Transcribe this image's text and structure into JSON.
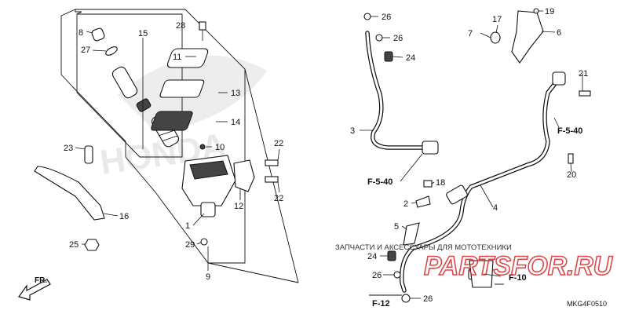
{
  "diagram": {
    "part_callouts": {
      "c1": "1",
      "c2": "2",
      "c3": "3",
      "c4": "4",
      "c5": "5",
      "c6": "6",
      "c7": "7",
      "c8": "8",
      "c9": "9",
      "c10": "10",
      "c11": "11",
      "c12": "12",
      "c13": "13",
      "c14": "14",
      "c15": "15",
      "c16": "16",
      "c17": "17",
      "c18": "18",
      "c19": "19",
      "c20": "20",
      "c21": "21",
      "c22a": "22",
      "c22b": "22",
      "c23": "23",
      "c24a": "24",
      "c24b": "24",
      "c25": "25",
      "c26a": "26",
      "c26b": "26",
      "c26c": "26",
      "c26d": "26",
      "c27": "27",
      "c28": "28",
      "c29": "29"
    },
    "references": {
      "f540_upper": "F-5-40",
      "f540_lower": "F-5-40",
      "f10": "F-10",
      "f12": "F-12"
    },
    "direction": "FR.",
    "diagram_code": "MKG4F0510",
    "watermark": {
      "caption": "ЗАПЧАСТИ И АКСЕССУАРЫ ДЛЯ МОТОТЕХНИКИ",
      "brand": "PARTSFOR.RU",
      "bg_brand": "HONDA"
    },
    "colors": {
      "line": "#111111",
      "watermark_red": "#d9252a",
      "watermark_text": "#333333",
      "background": "#ffffff"
    }
  }
}
